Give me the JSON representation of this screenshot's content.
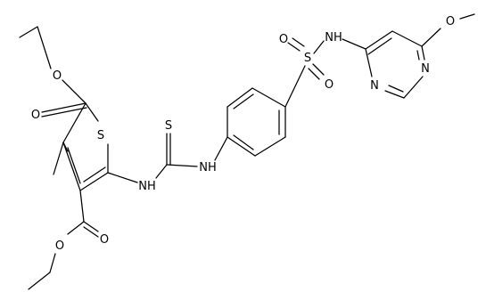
{
  "atoms": {
    "o_ester1_single": "O",
    "o_ester1_carbonyl": "O",
    "s_thiophene": "S",
    "o_ester2_carbonyl": "O",
    "o_ester2_single": "O",
    "nh_thiourea_left": "NH",
    "s_thione": "S",
    "nh_thiourea_right": "NH",
    "s_sulfonyl": "S",
    "o_sulfonyl_top": "O",
    "o_sulfonyl_bottom": "O",
    "nh_sulfonamide": "NH",
    "n_pyrimidine_top": "N",
    "n_pyrimidine_bottom": "N",
    "o_methoxy": "O"
  }
}
